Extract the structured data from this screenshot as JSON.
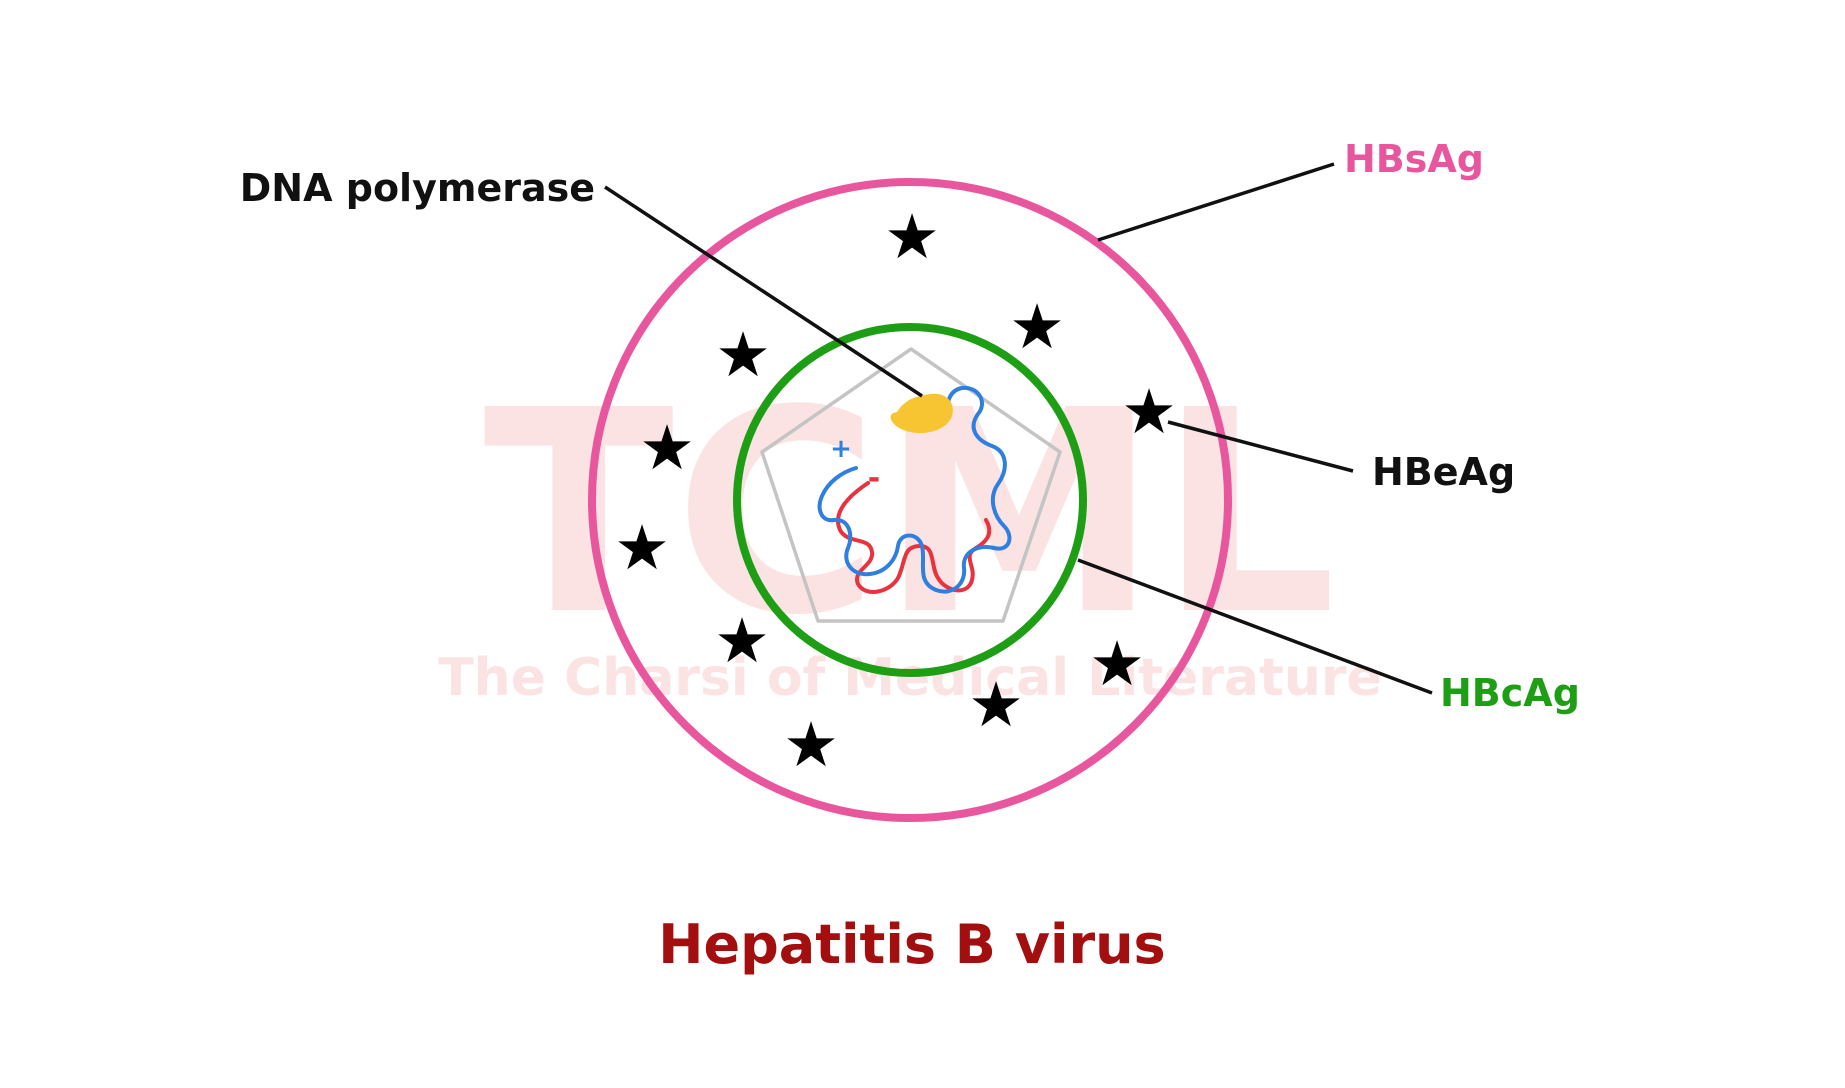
{
  "title": "Hepatitis B virus",
  "labels": {
    "dna_polymerase": "DNA polymerase",
    "hbsag": "HBsAg",
    "hbeag": "HBeAg",
    "hbcag": "HBcAg"
  },
  "strand_signs": {
    "plus": "+",
    "minus": "-"
  },
  "watermark": {
    "logo": "TCML",
    "tagline": "The Charsi of Medical Literature"
  },
  "colors": {
    "envelope": "#E8569E",
    "core": "#1E9E14",
    "capsid": "#C4C4C4",
    "polymerase": "#F7C531",
    "plus_strand": "#2F7FE0",
    "minus_strand": "#E8323E",
    "title": "#A30E0E",
    "text": "#111111",
    "watermark": "#FBE3E3"
  },
  "icons": {
    "antigen_marker": "star-icon"
  }
}
